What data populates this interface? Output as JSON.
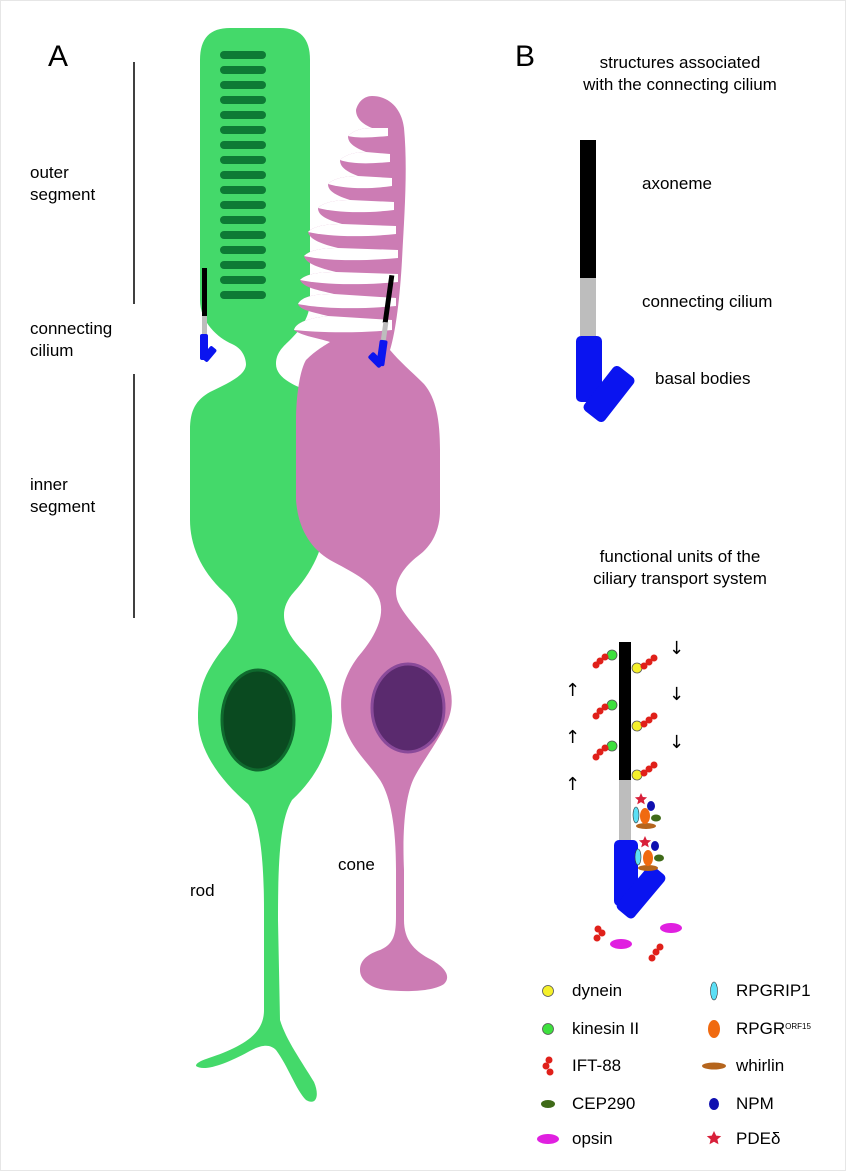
{
  "panels": {
    "a": "A",
    "b": "B"
  },
  "segments": {
    "outer": [
      "outer",
      "segment"
    ],
    "connecting": [
      "connecting",
      "cilium"
    ],
    "inner": [
      "inner",
      "segment"
    ]
  },
  "cells": {
    "rod": "rod",
    "cone": "cone"
  },
  "panel_b": {
    "title": [
      "structures associated",
      "with the connecting cilium"
    ],
    "axoneme": "axoneme",
    "connecting_cilium": "connecting cilium",
    "basal_bodies": "basal bodies",
    "transport_title": [
      "functional units of the",
      "ciliary transport system"
    ]
  },
  "arrows": {
    "up": "↑",
    "down": "↓"
  },
  "legend": {
    "dynein": "dynein",
    "kinesin": "kinesin II",
    "ift88": "IFT-88",
    "cep290": "CEP290",
    "opsin": "opsin",
    "rpgrip1": "RPGRIP1",
    "rpgr": "RPGR",
    "rpgr_sup": "ORF15",
    "whirlin": "whirlin",
    "npm": "NPM",
    "pde": "PDEδ"
  },
  "colors": {
    "rod": "#44D96A",
    "rod_disc": "#0E7A35",
    "rod_nucleus": "#0A4A20",
    "rod_nucleus_ring": "#0F6A2E",
    "cone": "#CC7CB4",
    "cone_nucleus": "#5A2A6E",
    "cone_nucleus_ring": "#8A4A9A",
    "axoneme": "#000000",
    "connecting": "#BDBDBD",
    "basal": "#0A14F0",
    "dynein": "#F5F02A",
    "kinesin": "#3EE03E",
    "ift88": "#E0201A",
    "cep290": "#3F6A18",
    "opsin": "#E020E0",
    "rpgrip1": "#5CDFF5",
    "rpgr": "#F06A10",
    "whirlin": "#B5651D",
    "npm": "#1010B0",
    "pde": "#D8203A"
  }
}
